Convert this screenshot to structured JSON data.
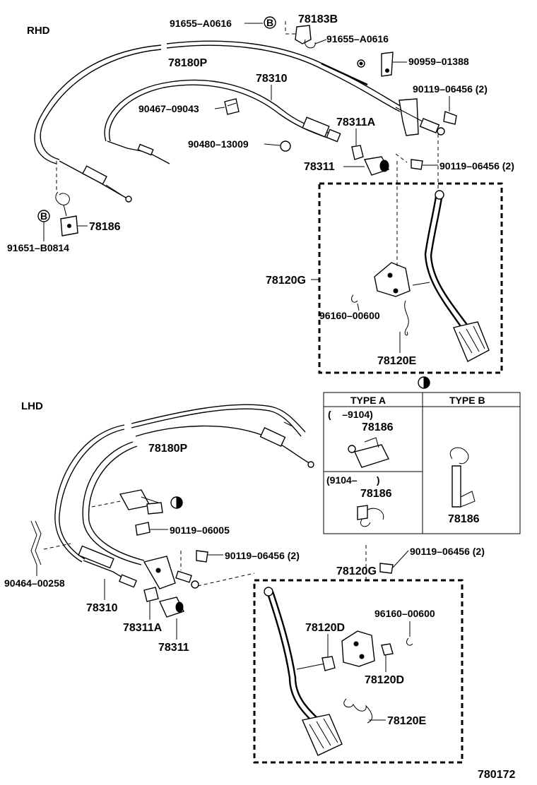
{
  "sections": {
    "rhd": "RHD",
    "lhd": "LHD"
  },
  "rhd_labels": {
    "p91655a": "91655–A0616",
    "p78183b": "78183B",
    "p91655b": "91655–A0616",
    "p90959": "90959–01388",
    "p78180p": "78180P",
    "p78310": "78310",
    "p90119a": "90119–06456 (2)",
    "p90467": "90467–09043",
    "p78311a": "78311A",
    "p90480": "90480–13009",
    "p78311": "78311",
    "p90119b": "90119–06456 (2)",
    "p78186": "78186",
    "p91651": "91651–B0814",
    "p78120g": "78120G",
    "p96160": "96160–00600",
    "p78120e": "78120E",
    "b_letter": "B"
  },
  "type_table": {
    "type_a": "TYPE A",
    "type_b": "TYPE B",
    "range1": "(    –9104)",
    "range2": "(9104–       )",
    "a1_part": "78186",
    "a2_part": "78186",
    "b_part": "78186"
  },
  "lhd_labels": {
    "p78180p": "78180P",
    "p90119c": "90119–06005",
    "p90119d": "90119–06456 (2)",
    "p90119e": "90119–06456 (2)",
    "p90464": "90464–00258",
    "p78310": "78310",
    "p78311a": "78311A",
    "p78311": "78311",
    "p78120g": "78120G",
    "p96160": "96160–00600",
    "p78120d1": "78120D",
    "p78120d2": "78120D",
    "p78120e": "78120E"
  },
  "figure_number": "780172"
}
